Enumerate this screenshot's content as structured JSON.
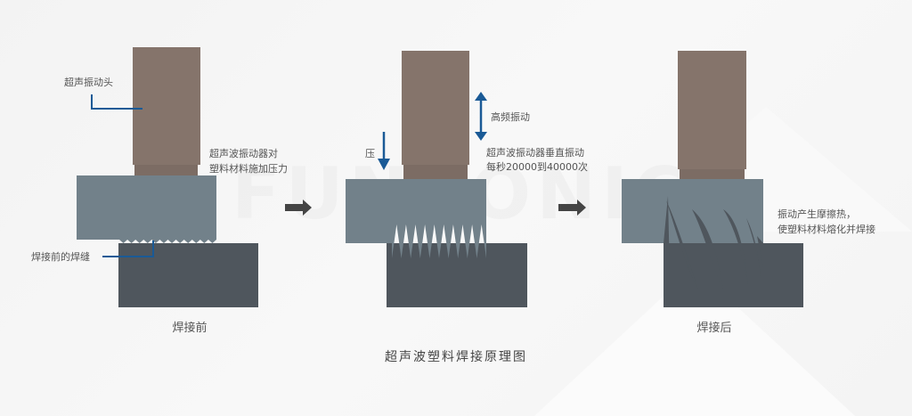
{
  "title": "超声波塑料焊接原理图",
  "watermark": "FUNSONIC",
  "colors": {
    "horn": "#85746b",
    "upper": "#72818a",
    "lower": "#4f565d",
    "accent": "#1a5a96",
    "arrow": "#444"
  },
  "panels": [
    {
      "caption": "焊接前",
      "labels": {
        "horn": "超声振动头",
        "pressure_1": "超声波振动器对",
        "pressure_2": "塑料材料施加压力",
        "seam": "焊接前的焊缝"
      }
    },
    {
      "caption": "",
      "labels": {
        "press": "压",
        "vibration": "高频振动",
        "desc_1": "超声波振动器垂直振动",
        "desc_2": "每秒20000到40000次"
      }
    },
    {
      "caption": "焊接后",
      "labels": {
        "desc_1": "振动产生摩擦热，",
        "desc_2": "使塑料材料熔化并焊接"
      }
    }
  ]
}
